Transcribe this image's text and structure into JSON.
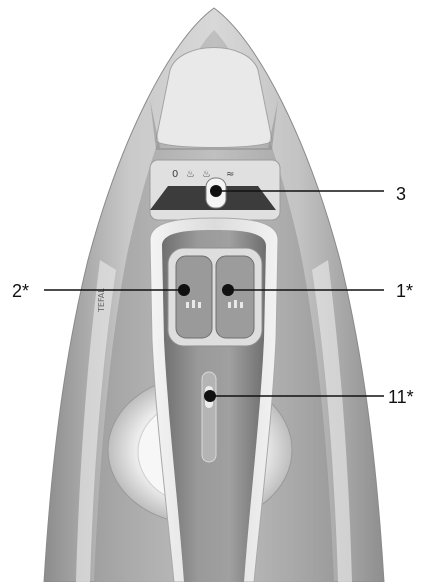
{
  "figure": {
    "subject": "steam-iron-top-view",
    "colors": {
      "body_outer": "#cfcfcf",
      "body_mid": "#9a9a9a",
      "handle_light": "#e6e6e6",
      "handle_dark": "#7f7f7f",
      "accent_dark": "#3c3c3c",
      "callout_line": "#111111"
    }
  },
  "callouts": [
    {
      "id": "selector",
      "label": "3"
    },
    {
      "id": "button-left",
      "label": "2*"
    },
    {
      "id": "button-right",
      "label": "1*"
    },
    {
      "id": "slider",
      "label": "11*"
    }
  ],
  "dial_symbols": [
    "0",
    "♨",
    "♨",
    "≈"
  ],
  "brand_mark": "TEFAL"
}
